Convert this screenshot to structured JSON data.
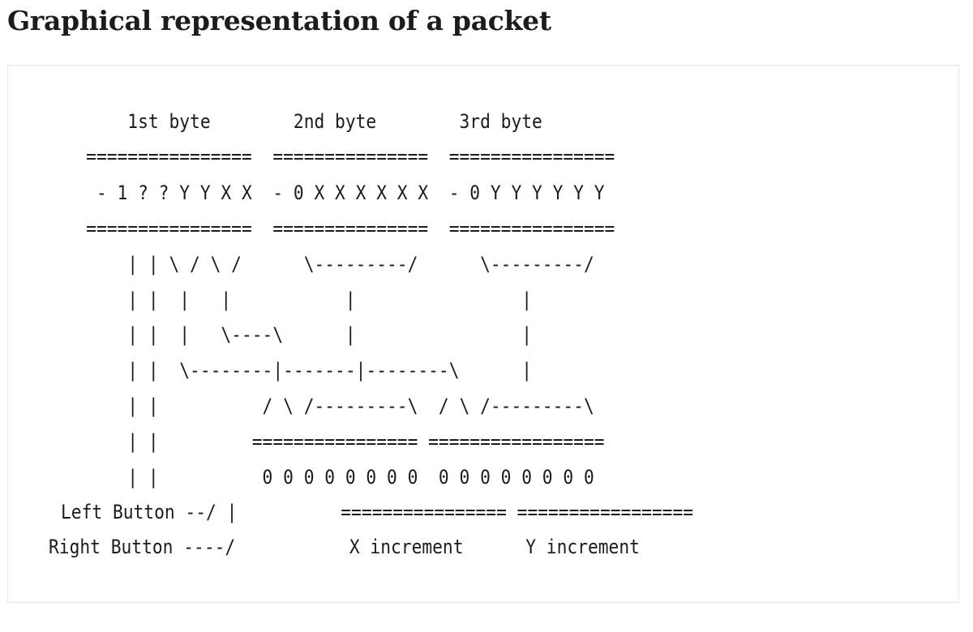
{
  "page": {
    "heading": "Graphical representation of a packet"
  },
  "diagram": {
    "lines": [
      "        1st byte        2nd byte        3rd byte",
      "    ================  ===============  ================",
      "     - 1 ? ? Y Y X X  - 0 X X X X X X  - 0 Y Y Y Y Y Y",
      "    ================  ===============  ================",
      "        | | \\ / \\ /      \\---------/      \\---------/",
      "        | |  |   |           |                |",
      "        | |  |   \\----\\      |                |",
      "        | |  \\--------|-------|--------\\      |",
      "        | |          / \\ /---------\\  / \\ /---------\\",
      "        | |         ================ =================",
      "        | |          0 0 0 0 0 0 0 0  0 0 0 0 0 0 0 0",
      "Left Button --/ |          ================ =================",
      "Right Button ----/           X increment      Y increment"
    ]
  }
}
